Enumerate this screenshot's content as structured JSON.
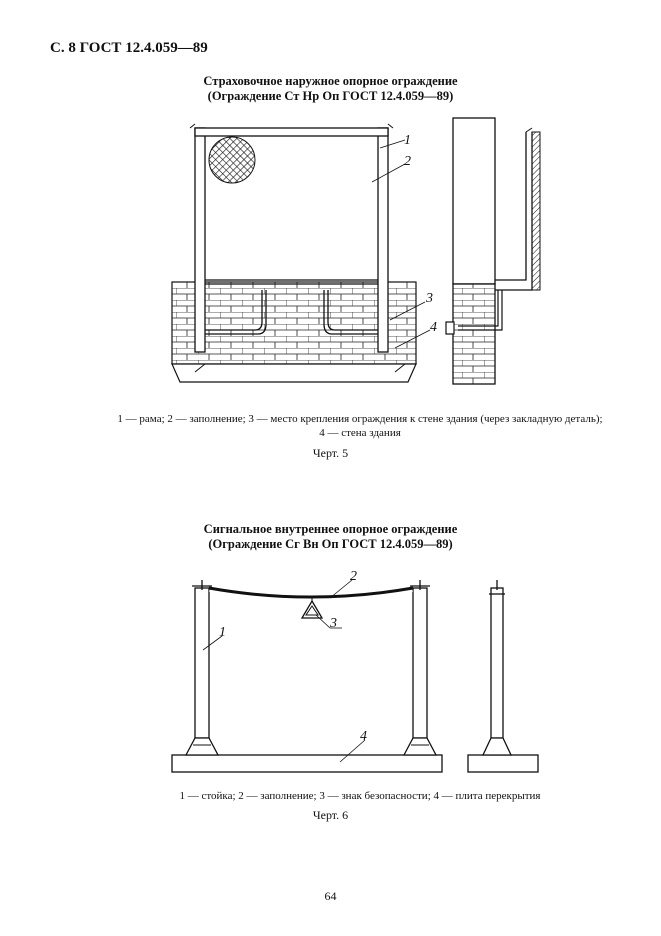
{
  "header": "С. 8 ГОСТ 12.4.059—89",
  "figure5": {
    "title_line1": "Страховочное наружное опорное ограждение",
    "title_line2": "(Ограждение Ст Нр Оп ГОСТ 12.4.059—89)",
    "labels": [
      "1",
      "2",
      "3",
      "4"
    ],
    "caption_line1": "1 — рама; 2 — заполнение; 3 — место крепления ограждения к стене здания (через закладную деталь);",
    "caption_line2": "4 — стена здания",
    "name": "Черт. 5"
  },
  "figure6": {
    "title_line1": "Сигнальное внутреннее опорное ограждение",
    "title_line2": "(Ограждение Сг Вн Оп ГОСТ 12.4.059—89)",
    "labels": [
      "1",
      "2",
      "3",
      "4"
    ],
    "caption": "1 — стойка; 2 — заполнение; 3 — знак безопасности; 4 — плита перекрытия",
    "name": "Черт. 6"
  },
  "page_number": "64"
}
